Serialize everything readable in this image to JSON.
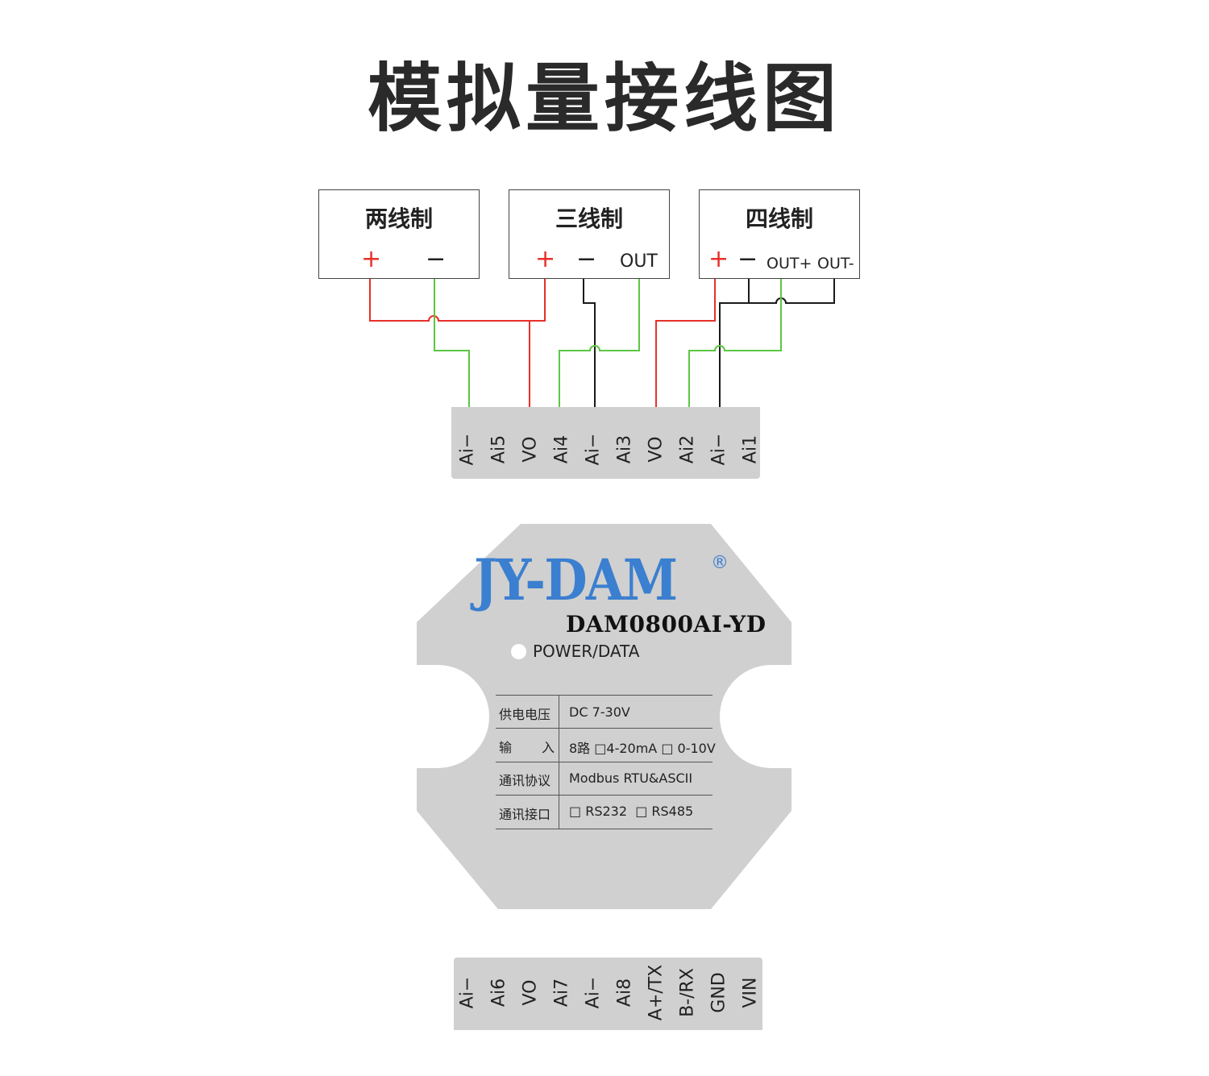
{
  "title": "模拟量接线图",
  "sensors": [
    {
      "title": "两线制",
      "labels": {
        "plus": "+",
        "minus": "−"
      }
    },
    {
      "title": "三线制",
      "labels": {
        "plus": "+",
        "minus": "−",
        "out": "OUT"
      }
    },
    {
      "title": "四线制",
      "labels": {
        "plus": "+",
        "minus": "−",
        "outplus": "OUT+",
        "outminus": "OUT-"
      }
    }
  ],
  "top_terminals": [
    "Ai−",
    "Ai5",
    "VO",
    "Ai4",
    "Ai−",
    "Ai3",
    "VO",
    "Ai2",
    "Ai−",
    "Ai1"
  ],
  "bottom_terminals": [
    "Ai−",
    "Ai6",
    "VO",
    "Ai7",
    "Ai−",
    "Ai8",
    "A+/TX",
    "B-/RX",
    "GND",
    "VIN"
  ],
  "device": {
    "logo": "JY-DAM",
    "registered": "®",
    "model": "DAM0800AI-YD",
    "led_label": "POWER/DATA",
    "specs": [
      {
        "key": "供电电压",
        "value": "DC 7-30V"
      },
      {
        "key_left": "输",
        "key_right": "入",
        "value": "8路 □4-20mA □ 0-10V"
      },
      {
        "key": "通讯协议",
        "value": "Modbus RTU&ASCII"
      },
      {
        "key": "通讯接口",
        "value": "□ RS232  □ RS485"
      }
    ]
  },
  "colors": {
    "red_wire": "#e8302a",
    "green_wire": "#5cc644",
    "black_wire": "#1a1a1a",
    "logo_blue": "#3b7fd0",
    "panel_gray": "#d0d0d0"
  }
}
